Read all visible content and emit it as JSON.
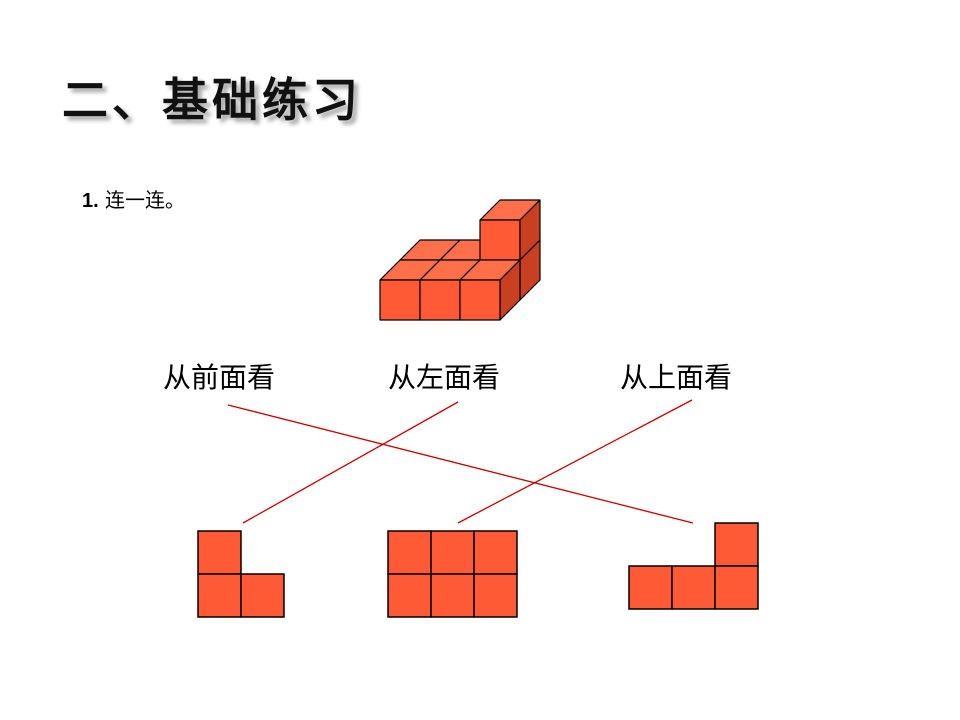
{
  "slide": {
    "title": "二、基础练习",
    "question_number": "1.",
    "question_text": "连一连。"
  },
  "views": [
    {
      "label": "从前面看"
    },
    {
      "label": "从左面看"
    },
    {
      "label": "从上面看"
    }
  ],
  "colors": {
    "cube_front": "#FF5A36",
    "cube_top": "#FF6F4A",
    "cube_side": "#C8401F",
    "edge": "#000000",
    "connector": "#CC0000"
  }
}
